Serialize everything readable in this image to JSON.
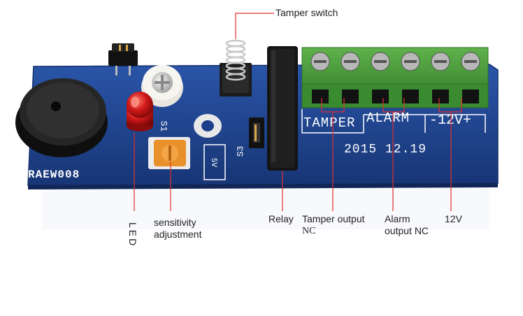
{
  "annotations": {
    "tamper_switch": "Tamper switch",
    "relay": "Relay",
    "tamper_output_line1": "Tamper output",
    "tamper_output_line2": "NC",
    "alarm_output_line1": "Alarm",
    "alarm_output_line2": "output NC",
    "power": "12V",
    "sensitivity_line1": "sensitivity",
    "sensitivity_line2": "adjustment",
    "led": "LED"
  },
  "board": {
    "silk_tamper": "TAMPER",
    "silk_alarm": "ALARM",
    "silk_power": "-12V+",
    "silk_date": "2015 12.19",
    "silk_model": "RAEW008",
    "silk_s1": "S1",
    "silk_s3": "S3",
    "silk_small": "5V"
  },
  "colors": {
    "pcb": "#1c3f8a",
    "terminal": "#4a9a3e",
    "relay": "#1a1a1a",
    "buzzer": "#1e1e1e",
    "led": "#d01818",
    "trimpot": "#e8902a"
  }
}
